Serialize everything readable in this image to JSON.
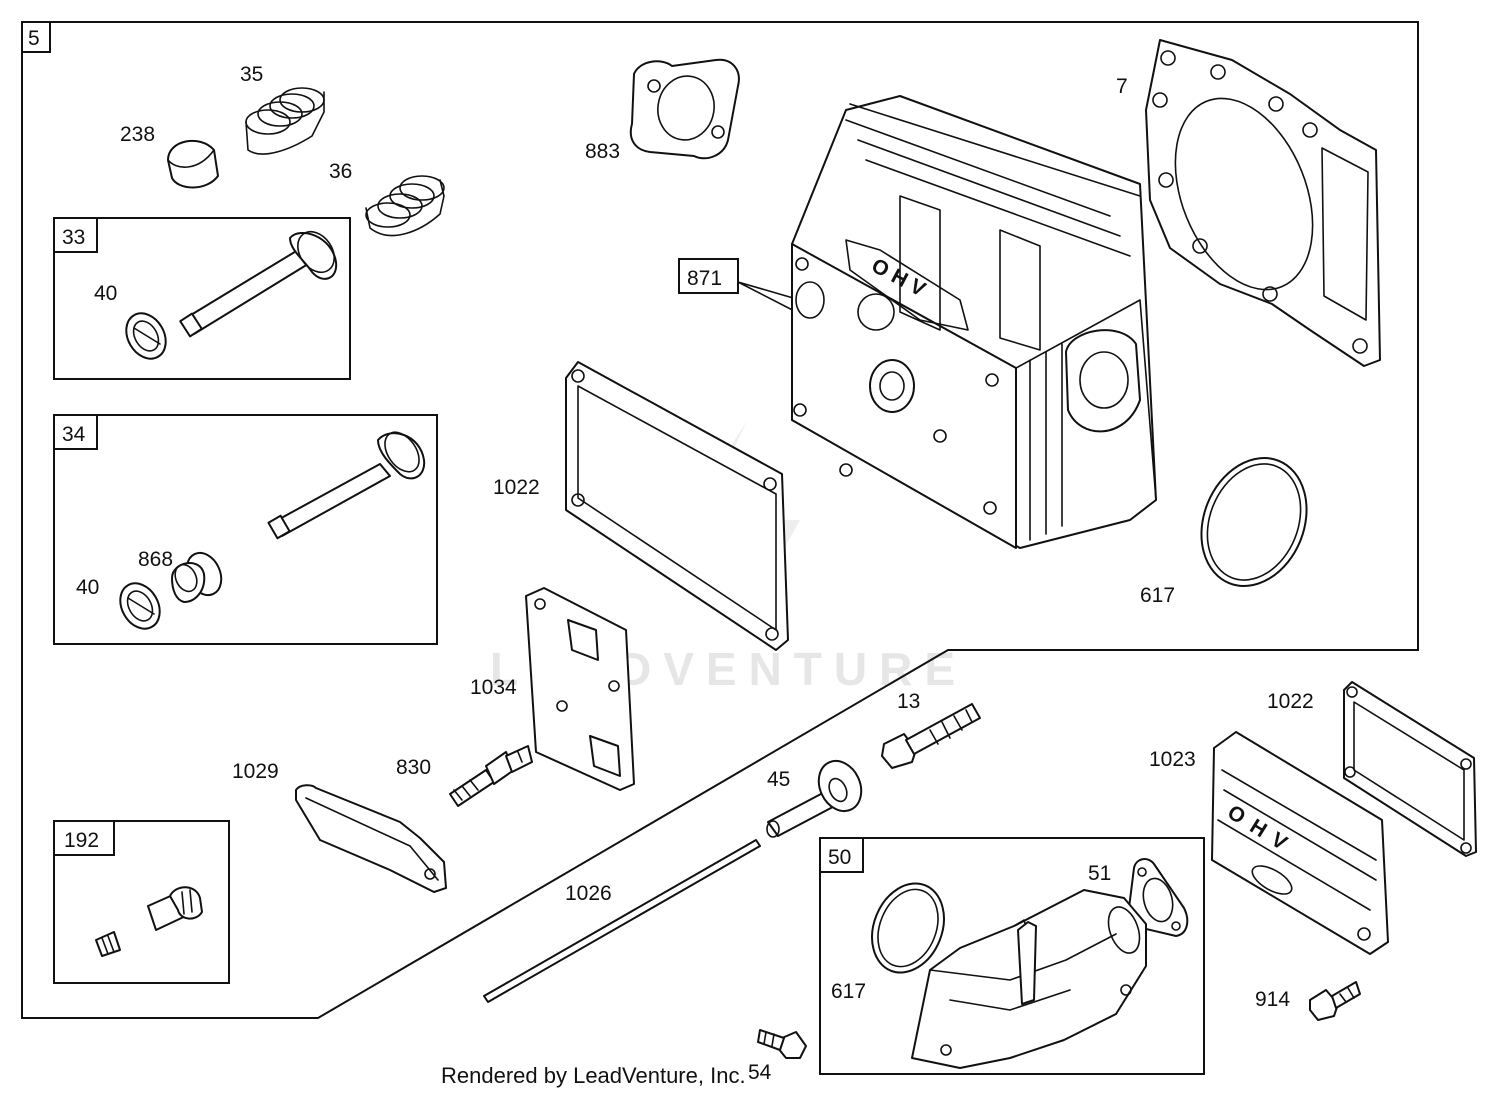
{
  "diagram": {
    "footer": "Rendered by LeadVenture, Inc.",
    "watermark": "LEADVENTURE",
    "cover_text": "OHV",
    "head_text": "OHV",
    "boxes": {
      "b5": "5",
      "b33": "33",
      "b34": "34",
      "b871": "871",
      "b192": "192",
      "b50": "50"
    },
    "labels": {
      "p35": "35",
      "p238": "238",
      "p36": "36",
      "p40a": "40",
      "p868": "868",
      "p40b": "40",
      "p883": "883",
      "p7": "7",
      "p1022a": "1022",
      "p617a": "617",
      "p1034": "1034",
      "p1029": "1029",
      "p830": "830",
      "p13": "13",
      "p45": "45",
      "p1026": "1026",
      "p1022b": "1022",
      "p1023": "1023",
      "p51": "51",
      "p617b": "617",
      "p914": "914",
      "p54": "54"
    }
  }
}
